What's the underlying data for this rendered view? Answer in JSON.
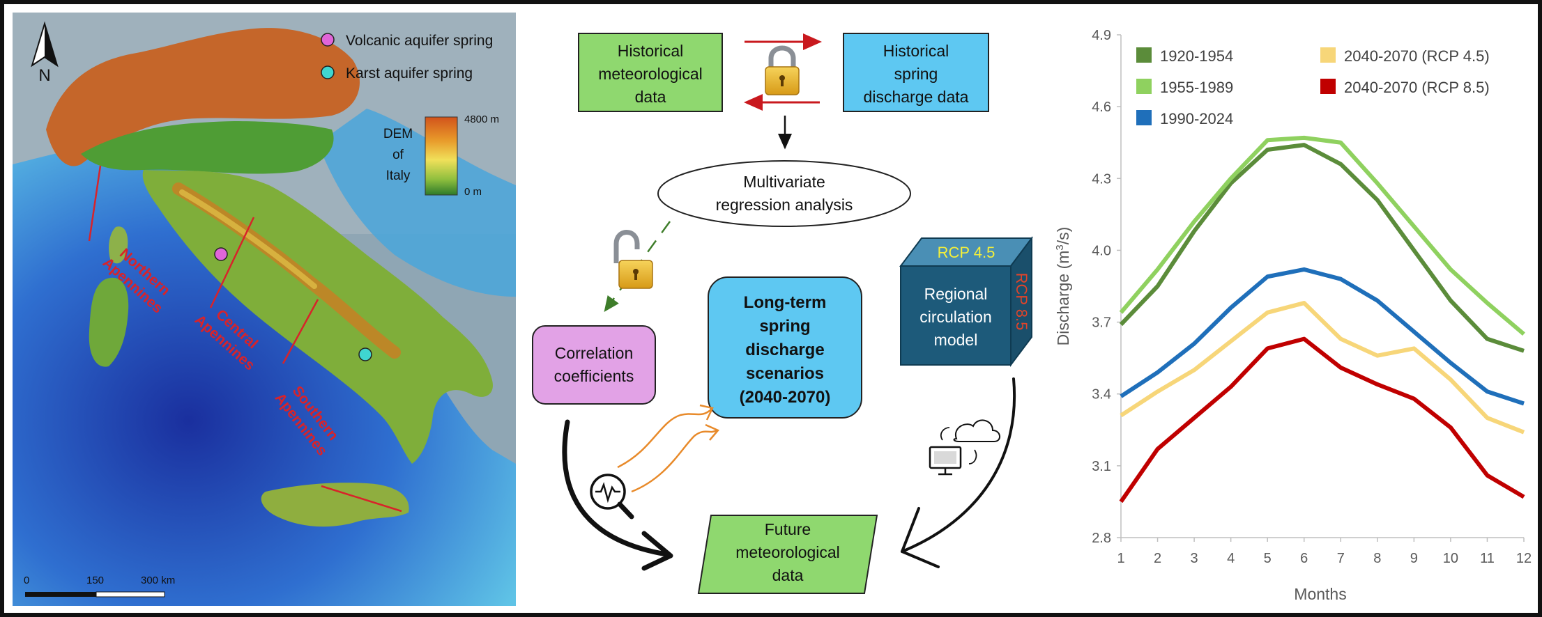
{
  "map": {
    "north_label": "N",
    "legend_volcanic": "Volcanic aquifer spring",
    "legend_karst": "Karst aquifer spring",
    "dem_title_lines": [
      "DEM",
      "of",
      "Italy"
    ],
    "dem_max": "4800 m",
    "dem_min": "0 m",
    "region_northern": [
      "Northern",
      "Apennines"
    ],
    "region_central": [
      "Central",
      "Apennines"
    ],
    "region_southern": [
      "Southern",
      "Apennines"
    ],
    "scale_labels": [
      "0",
      "150",
      "300 km"
    ],
    "colors": {
      "volcanic": "#e065d8",
      "karst": "#3fd6d0",
      "region_text": "#d8232a"
    }
  },
  "workflow": {
    "hist_met": [
      "Historical",
      "meteorological",
      "data"
    ],
    "hist_spring": [
      "Historical",
      "spring",
      "discharge data"
    ],
    "regression": [
      "Multivariate",
      "regression analysis"
    ],
    "correlation": [
      "Correlation",
      "coefficients"
    ],
    "scenarios": [
      "Long-term",
      "spring",
      "discharge",
      "scenarios",
      "(2040-2070)"
    ],
    "rcp45": "RCP 4.5",
    "rcp85": "RCP 8.5",
    "rcm": [
      "Regional",
      "circulation",
      "model"
    ],
    "future_met": [
      "Future",
      "meteorological",
      "data"
    ],
    "icons": [
      "lock-closed-icon",
      "lock-open-icon",
      "data-analysis-icon",
      "cloud-computer-icon"
    ],
    "colors": {
      "green": "#8fd86f",
      "blue": "#5ec8f2",
      "pink": "#e2a2e6",
      "navy": "#1d5a7a"
    }
  },
  "chart_data": {
    "type": "line",
    "xlabel": "Months",
    "ylabel_base": "Discharge (m",
    "ylabel_sup": "3",
    "ylabel_end": "/s)",
    "x": [
      1,
      2,
      3,
      4,
      5,
      6,
      7,
      8,
      9,
      10,
      11,
      12
    ],
    "x_ticks": [
      "1",
      "2",
      "3",
      "4",
      "5",
      "6",
      "7",
      "8",
      "9",
      "10",
      "11",
      "12"
    ],
    "ylim": [
      2.8,
      4.9
    ],
    "y_ticks": [
      "2.8",
      "3.1",
      "3.4",
      "3.7",
      "4.0",
      "4.3",
      "4.6",
      "4.9"
    ],
    "y_tick_values": [
      2.8,
      3.1,
      3.4,
      3.7,
      4.0,
      4.3,
      4.6,
      4.9
    ],
    "grid": false,
    "legend_position": "top",
    "series": [
      {
        "name": "1920-1954",
        "color": "#5b8c3a",
        "values": [
          3.69,
          3.85,
          4.08,
          4.28,
          4.42,
          4.44,
          4.36,
          4.21,
          4.0,
          3.79,
          3.63,
          3.58
        ]
      },
      {
        "name": "1955-1989",
        "color": "#8fd15f",
        "values": [
          3.74,
          3.92,
          4.12,
          4.3,
          4.46,
          4.47,
          4.45,
          4.28,
          4.1,
          3.92,
          3.78,
          3.65
        ]
      },
      {
        "name": "1990-2024",
        "color": "#1f6fba",
        "values": [
          3.39,
          3.49,
          3.61,
          3.76,
          3.89,
          3.92,
          3.88,
          3.79,
          3.66,
          3.53,
          3.41,
          3.36
        ]
      },
      {
        "name": "2040-2070 (RCP 4.5)",
        "color": "#f7d679",
        "values": [
          3.31,
          3.41,
          3.5,
          3.62,
          3.74,
          3.78,
          3.63,
          3.56,
          3.59,
          3.46,
          3.3,
          3.24
        ]
      },
      {
        "name": "2040-2070 (RCP 8.5)",
        "color": "#c00000",
        "values": [
          2.95,
          3.17,
          3.3,
          3.43,
          3.59,
          3.63,
          3.51,
          3.44,
          3.38,
          3.26,
          3.06,
          2.97
        ]
      }
    ]
  }
}
